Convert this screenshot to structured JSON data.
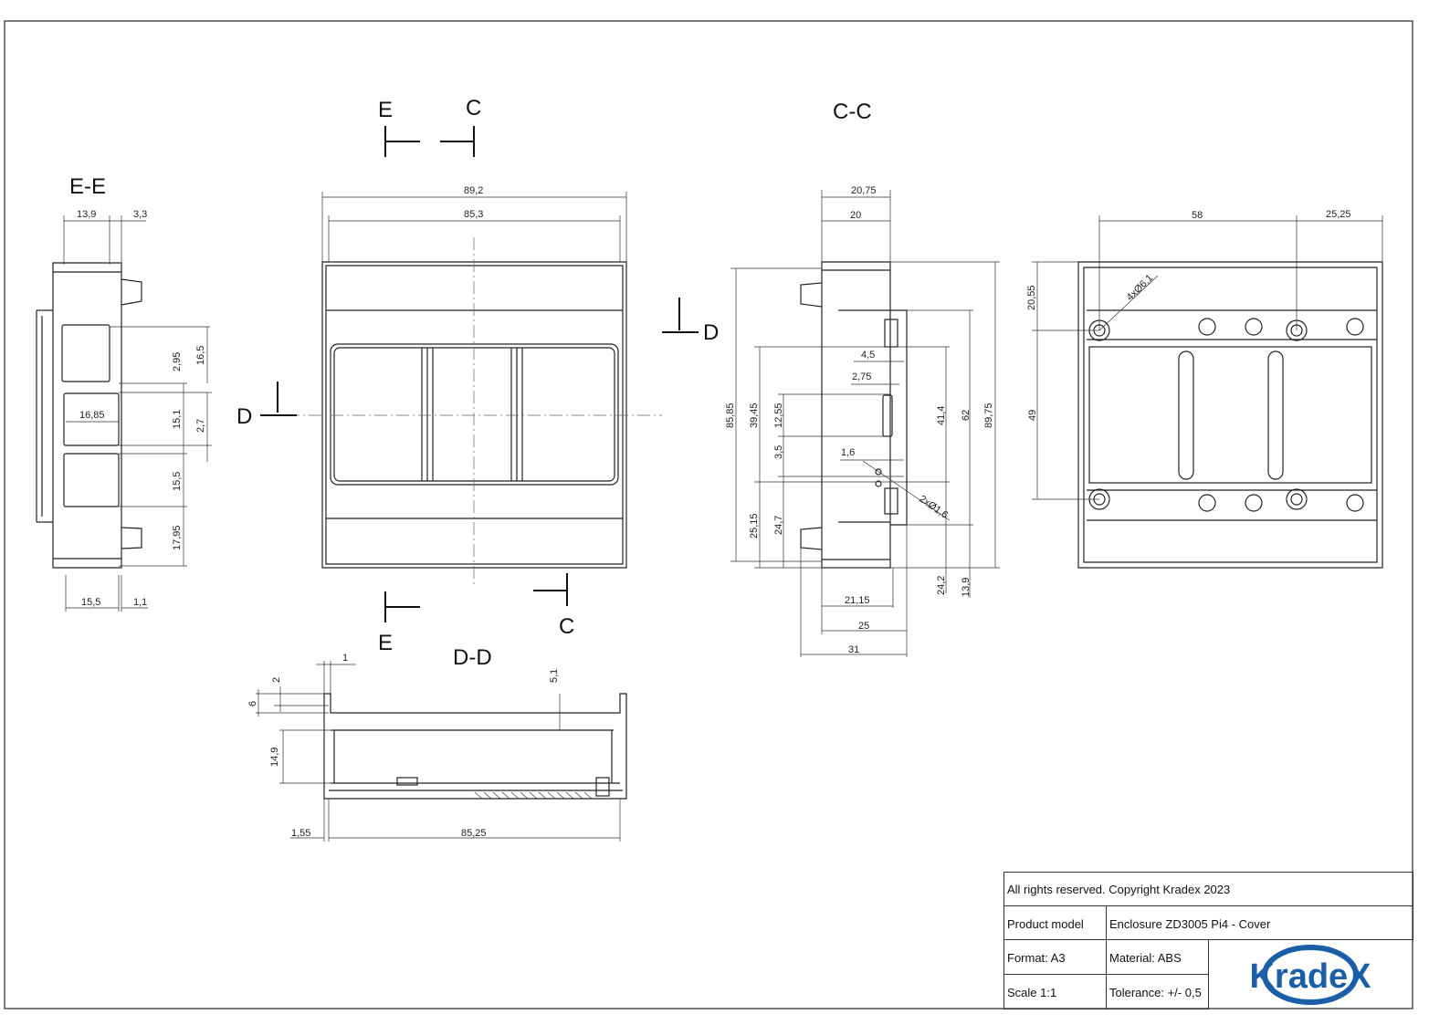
{
  "sections": {
    "ee_title": "E-E",
    "cc_title": "C-C",
    "dd_title": "D-D",
    "e_top": "E",
    "c_top": "C",
    "d_left": "D",
    "d_right": "D",
    "e_bottom": "E",
    "c_bottom": "C"
  },
  "dims": {
    "ee": [
      "13,9",
      "3,3",
      "16,85",
      "15,5",
      "1,1",
      "2,95",
      "16,5",
      "15,1",
      "2,7",
      "15,5",
      "17,95"
    ],
    "front": [
      "89,2",
      "85,3"
    ],
    "cc": [
      "20,75",
      "20",
      "4,5",
      "2,75",
      "1,6",
      "2xØ1,6",
      "21,15",
      "25",
      "31",
      "85,85",
      "39,45",
      "12,55",
      "3,5",
      "25,15",
      "24,7",
      "41,4",
      "62",
      "89,75",
      "24,2",
      "13,9"
    ],
    "right": [
      "58",
      "25,25",
      "20,55",
      "49",
      "4xØ6,1"
    ],
    "dd": [
      "1",
      "2",
      "6",
      "5,1",
      "14,9",
      "1,55",
      "85,25"
    ]
  },
  "title_block": {
    "copyright": "All rights reserved. Copyright Kradex 2023",
    "product_model_label": "Product model",
    "product_model_value": "Enclosure ZD3005 Pi4 - Cover",
    "format": "Format: A3",
    "material": "Material: ABS",
    "scale": "Scale 1:1",
    "tolerance": "Tolerance: +/- 0,5",
    "logo_text": "KradeX",
    "logo_color": "#1b5ea8"
  }
}
